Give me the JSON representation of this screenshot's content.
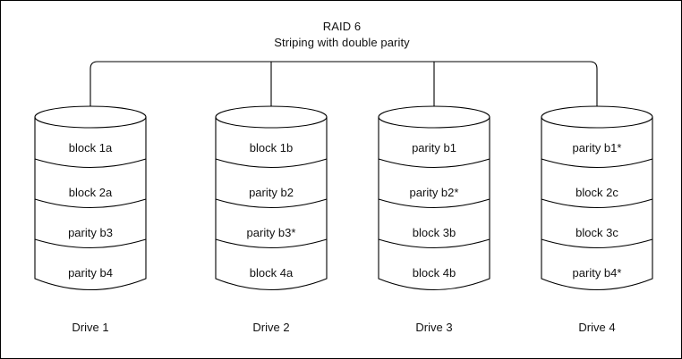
{
  "diagram": {
    "title_line1": "RAID 6",
    "title_line2": "Striping with double parity",
    "background_color": "#ffffff",
    "stroke_color": "#000000",
    "text_color": "#111111",
    "drives": [
      {
        "name": "Drive 1",
        "segments": [
          "block 1a",
          "block 2a",
          "parity b3",
          "parity b4"
        ]
      },
      {
        "name": "Drive 2",
        "segments": [
          "block 1b",
          "parity b2",
          "parity b3*",
          "block 4a"
        ]
      },
      {
        "name": "Drive 3",
        "segments": [
          "parity b1",
          "parity b2*",
          "block 3b",
          "block 4b"
        ]
      },
      {
        "name": "Drive 4",
        "segments": [
          "parity b1*",
          "block 2c",
          "block 3c",
          "parity b4*"
        ]
      }
    ]
  }
}
